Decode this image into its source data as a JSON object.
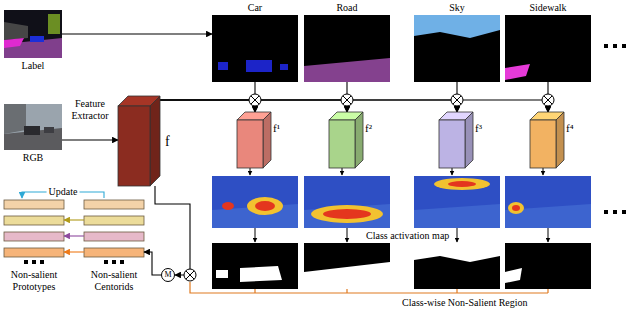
{
  "diagram": {
    "nodes": [
      {
        "text": [
          "Label"
        ]
      },
      {
        "text": [
          "RGB"
        ]
      },
      {
        "text": [
          "Feature Extractor",
          "f"
        ]
      },
      {
        "text": [
          "Car"
        ]
      },
      {
        "text": [
          "Road"
        ]
      },
      {
        "text": [
          "Sky"
        ]
      },
      {
        "text": [
          "Sidewalk"
        ]
      },
      {
        "text": [
          "f¹"
        ]
      },
      {
        "text": [
          "f²"
        ]
      },
      {
        "text": [
          "f³"
        ]
      },
      {
        "text": [
          "f⁴"
        ]
      },
      {
        "text": [
          "Non-salient Prototypes"
        ]
      },
      {
        "text": [
          "Non-salient Centorids"
        ]
      },
      {
        "text": [
          "M"
        ]
      }
    ],
    "edges": [
      {
        "from": 0,
        "to": 3,
        "arrow": "to"
      },
      {
        "from": 1,
        "to": 2,
        "arrow": "to"
      },
      {
        "from": 3,
        "to": 7,
        "arrow": "to"
      },
      {
        "from": 4,
        "to": 8,
        "arrow": "to"
      },
      {
        "from": 5,
        "to": 9,
        "arrow": "to"
      },
      {
        "from": 6,
        "to": 10,
        "arrow": "to"
      },
      {
        "from": 2,
        "to": 7,
        "arrow": "to"
      },
      {
        "from": 2,
        "to": 8,
        "arrow": "to"
      },
      {
        "from": 2,
        "to": 9,
        "arrow": "to"
      },
      {
        "from": 2,
        "to": 10,
        "arrow": "to"
      },
      {
        "from": 2,
        "to": 13,
        "arrow": "to"
      },
      {
        "from": 13,
        "to": 12,
        "arrow": "to"
      },
      {
        "from": 12,
        "to": 11,
        "label": "Update",
        "arrow": "to"
      },
      {
        "from": 12,
        "to": 11,
        "arrow": "to"
      },
      {
        "from": 12,
        "to": 11,
        "arrow": "to"
      },
      {
        "from": 12,
        "to": 11,
        "arrow": "to"
      }
    ],
    "labels": [
      "Class activation map",
      "Class-wise Non-Salient Region"
    ]
  }
}
